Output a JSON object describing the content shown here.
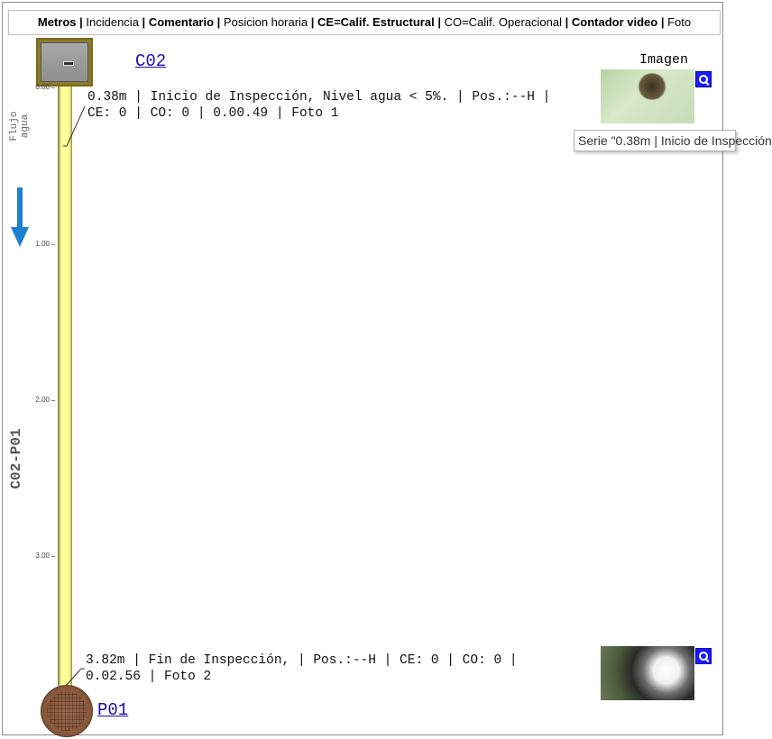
{
  "legend": {
    "metros": "Metros",
    "incidencia": "Incidencia",
    "comentario": "Comentario",
    "posicion": "Posicion horaria",
    "ce": "CE=Calif. Estructural",
    "co": "CO=Calif. Operacional",
    "contador": "Contador video",
    "foto": "Foto",
    "sep": " | "
  },
  "nodes": {
    "start": "C02",
    "end": "P01"
  },
  "image_header": "Imagen",
  "flow_label": "Flujo agua",
  "pipe_label": "C02-P01",
  "ticks": [
    "0.00",
    "1.00",
    "2.00",
    "3.00"
  ],
  "events": [
    {
      "line1": "0.38m | Inicio de Inspección, Nivel agua < 5%. | Pos.:--H |",
      "line2": "CE: 0 | CO: 0 | 0.00.49 | Foto 1"
    },
    {
      "line1": "3.82m | Fin de Inspección, | Pos.:--H | CE: 0 | CO: 0 |",
      "line2": "0.02.56 | Foto 2"
    }
  ],
  "tooltip": "Serie \"0.38m | Inicio de Inspección",
  "colors": {
    "pipe": "#ffff99",
    "link": "#1a0dab",
    "flow_arrow": "#1e7fd0",
    "zoom": "#1a1aff"
  },
  "icons": {
    "zoom": "magnifier-icon",
    "flow": "arrow-down-icon"
  }
}
